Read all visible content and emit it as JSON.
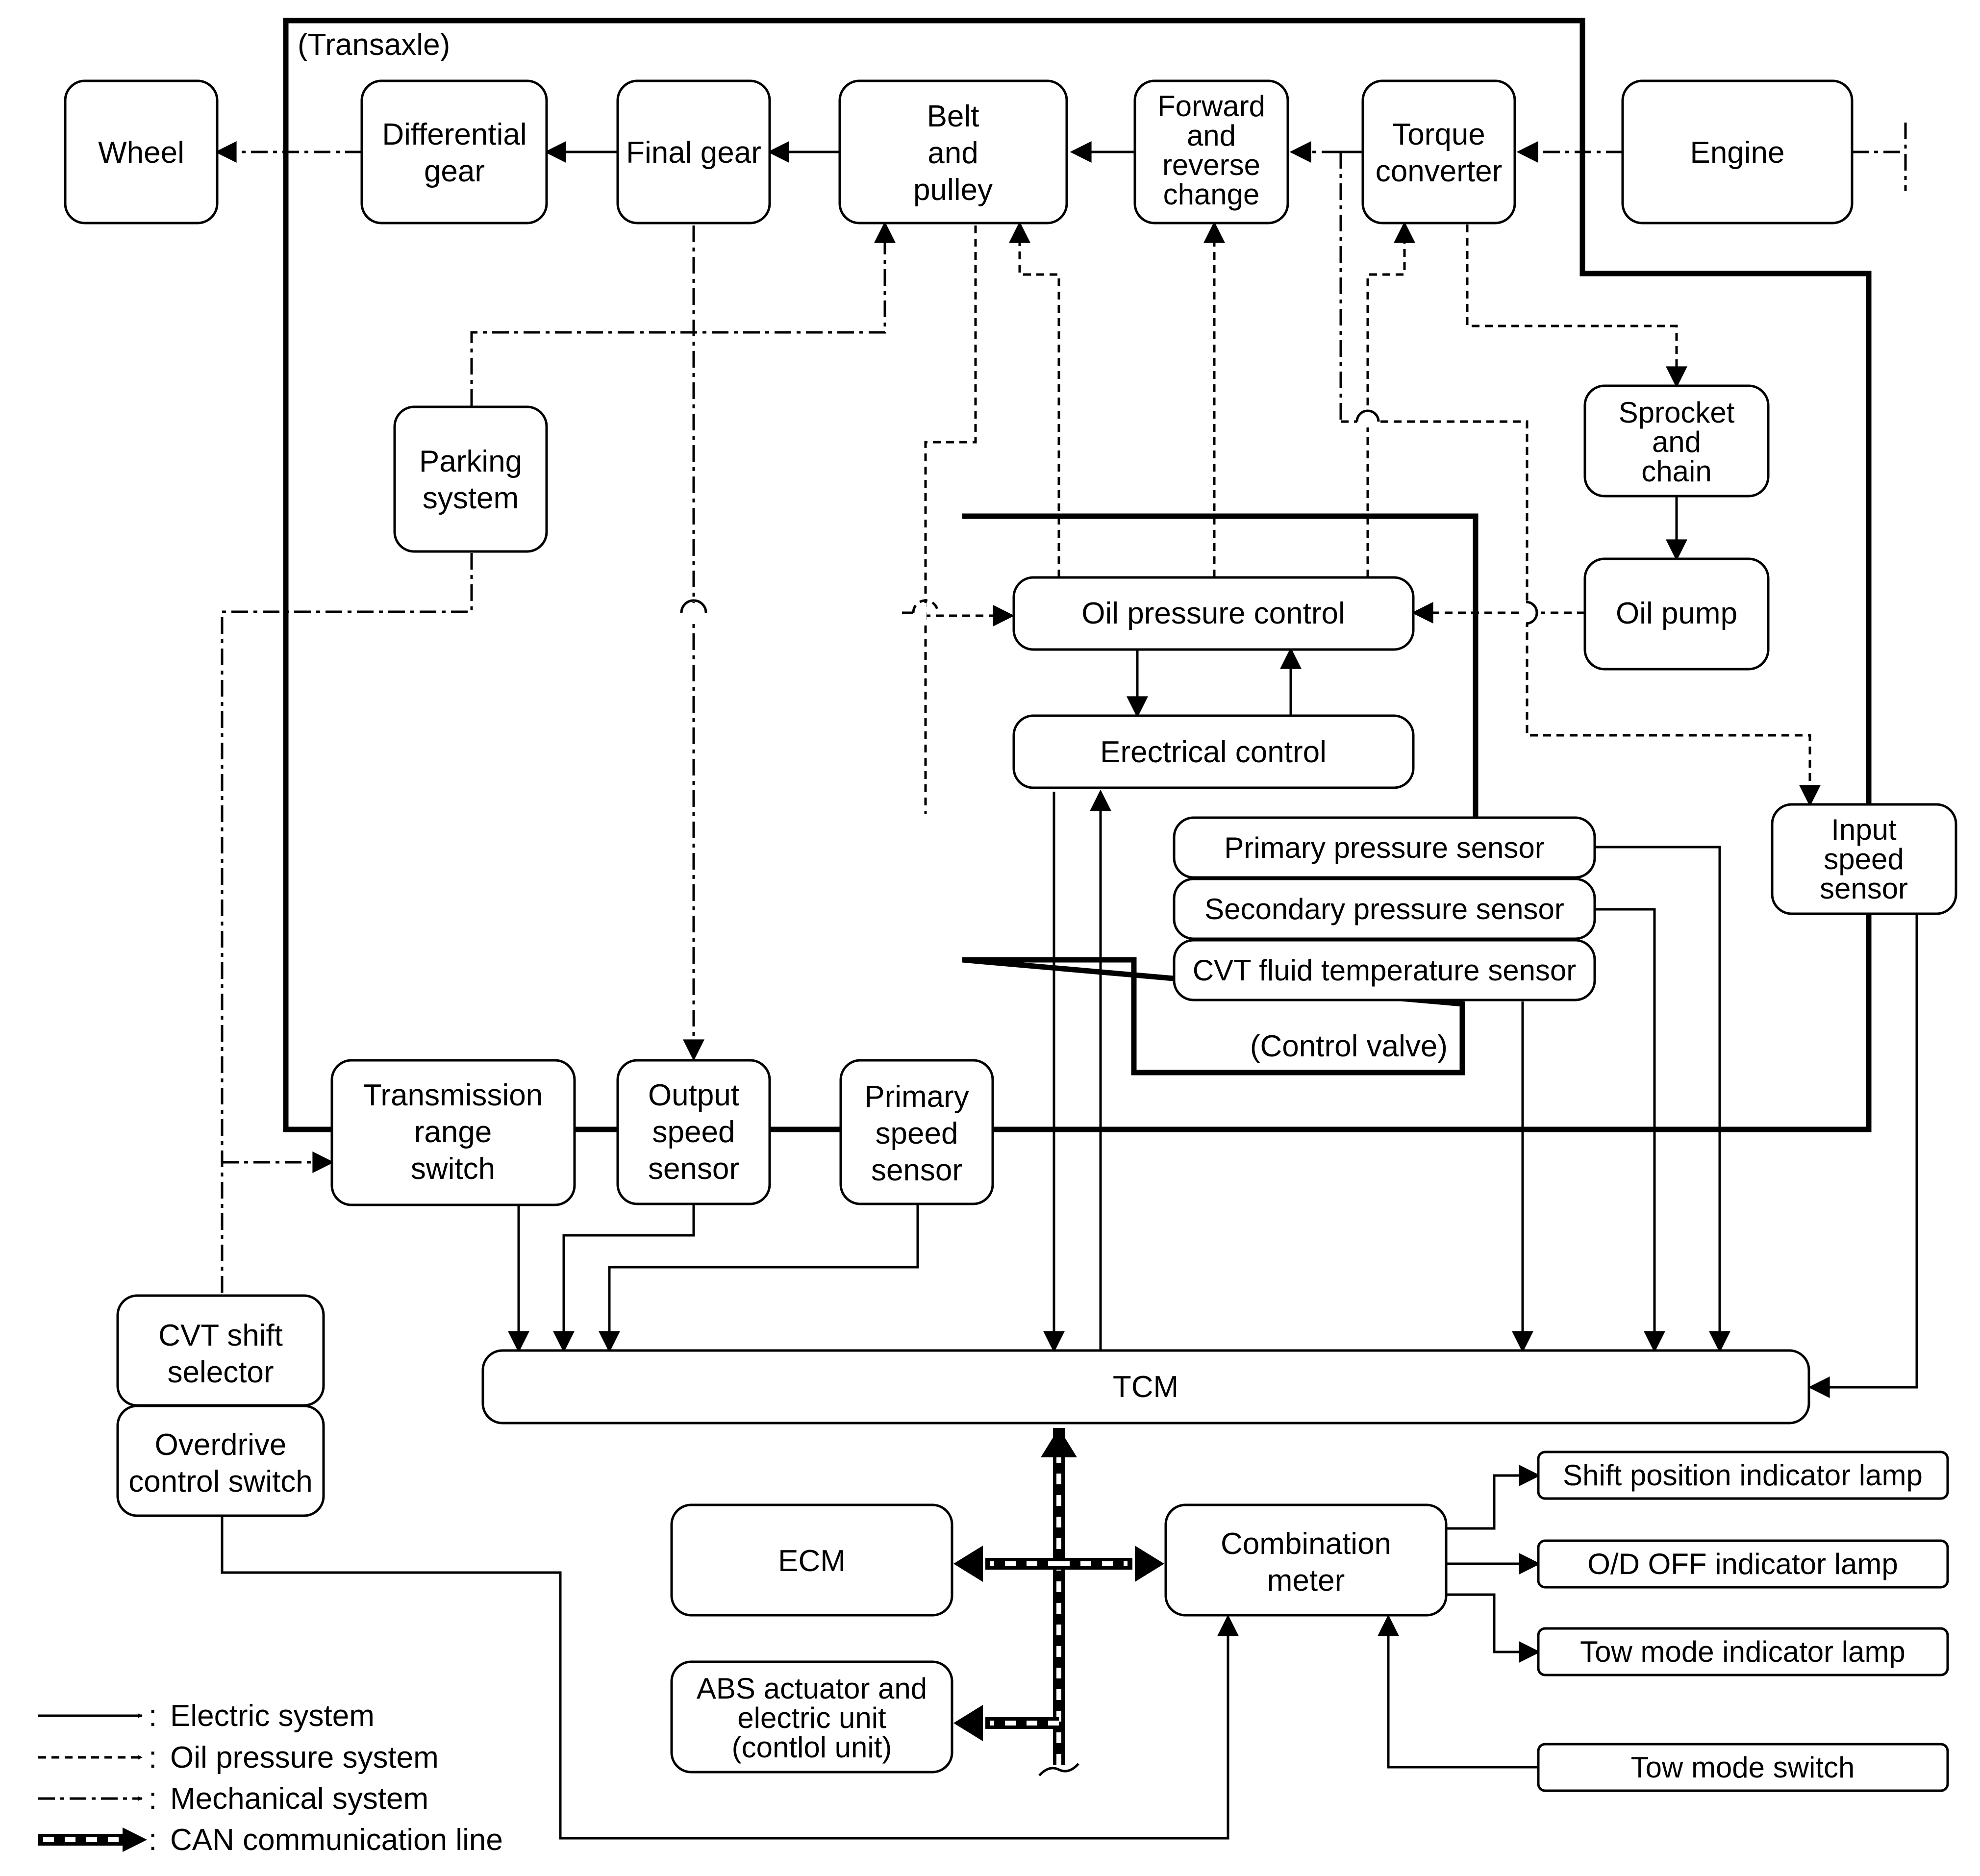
{
  "groups": {
    "transaxle": "(Transaxle)",
    "control_valve": "(Control valve)"
  },
  "blocks": {
    "wheel": [
      "Wheel"
    ],
    "differential_gear": [
      "Differential",
      "gear"
    ],
    "final_gear": [
      "Final gear"
    ],
    "belt_and_pulley": [
      "Belt",
      "and",
      "pulley"
    ],
    "forward_reverse_change": [
      "Forward",
      "and",
      "reverse",
      "change"
    ],
    "torque_converter": [
      "Torque",
      "converter"
    ],
    "engine": [
      "Engine"
    ],
    "sprocket_and_chain": [
      "Sprocket",
      "and",
      "chain"
    ],
    "oil_pump": [
      "Oil pump"
    ],
    "parking_system": [
      "Parking",
      "system"
    ],
    "oil_pressure_control": [
      "Oil pressure control"
    ],
    "electrical_control": [
      "Erectrical control"
    ],
    "primary_pressure_sensor": [
      "Primary pressure sensor"
    ],
    "secondary_pressure_sensor": [
      "Secondary pressure sensor"
    ],
    "cvt_fluid_temperature_sensor": [
      "CVT fluid temperature sensor"
    ],
    "input_speed_sensor": [
      "Input",
      "speed",
      "sensor"
    ],
    "transmission_range_switch": [
      "Transmission",
      "range",
      "switch"
    ],
    "output_speed_sensor": [
      "Output",
      "speed",
      "sensor"
    ],
    "primary_speed_sensor": [
      "Primary",
      "speed",
      "sensor"
    ],
    "cvt_shift_selector": [
      "CVT shift",
      "selector"
    ],
    "overdrive_control_switch": [
      "Overdrive",
      "control switch"
    ],
    "tcm": [
      "TCM"
    ],
    "ecm": [
      "ECM"
    ],
    "abs_actuator": [
      "ABS actuator and",
      "electric unit",
      "(contlol unit)"
    ],
    "combination_meter": [
      "Combination",
      "meter"
    ],
    "shift_position_indicator_lamp": [
      "Shift position indicator lamp"
    ],
    "od_off_indicator_lamp": [
      "O/D OFF indicator lamp"
    ],
    "tow_mode_indicator_lamp": [
      "Tow mode indicator lamp"
    ],
    "tow_mode_switch": [
      "Tow mode switch"
    ]
  },
  "legend": [
    {
      "type": "electric",
      "label": "Electric system"
    },
    {
      "type": "oil",
      "label": "Oil pressure system"
    },
    {
      "type": "mechanical",
      "label": "Mechanical system"
    },
    {
      "type": "can",
      "label": "CAN communication line"
    }
  ],
  "legend_separator": ":"
}
